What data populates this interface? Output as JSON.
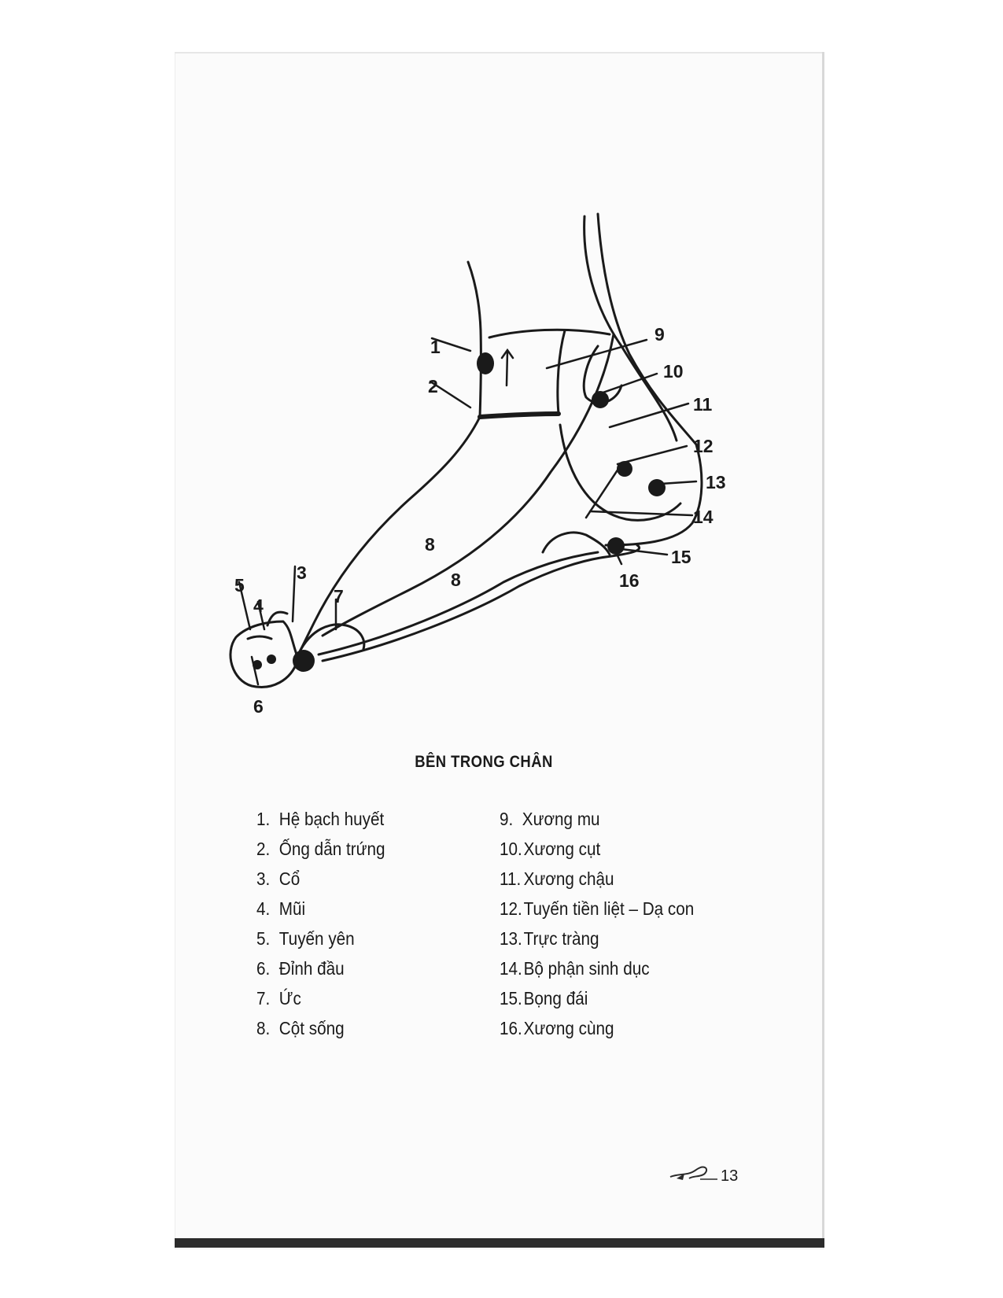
{
  "diagram": {
    "labels": {
      "l1": "1",
      "l2": "2",
      "l3": "3",
      "l4": "4",
      "l5": "5",
      "l6": "6",
      "l7": "7",
      "l8a": "8",
      "l8b": "8",
      "l9": "9",
      "l10": "10",
      "l11": "11",
      "l12": "12",
      "l13": "13",
      "l14": "14",
      "l15": "15",
      "l16": "16"
    }
  },
  "caption": "BÊN TRONG CHÂN",
  "legend_left": [
    {
      "n": "1.",
      "text": "Hệ bạch huyết"
    },
    {
      "n": "2.",
      "text": "Ống dẫn trứng"
    },
    {
      "n": "3.",
      "text": "Cổ"
    },
    {
      "n": "4.",
      "text": "Mũi"
    },
    {
      "n": "5.",
      "text": "Tuyến yên"
    },
    {
      "n": "6.",
      "text": "Đỉnh đầu"
    },
    {
      "n": "7.",
      "text": "Ức"
    },
    {
      "n": "8.",
      "text": "Cột sống"
    }
  ],
  "legend_right": [
    {
      "n": "9.",
      "text": "Xương mu"
    },
    {
      "n": "10.",
      "text": "Xương cụt"
    },
    {
      "n": "11.",
      "text": "Xương chậu"
    },
    {
      "n": "12.",
      "text": "Tuyến tiền liệt – Dạ con"
    },
    {
      "n": "13.",
      "text": "Trực tràng"
    },
    {
      "n": "14.",
      "text": "Bộ phận sinh dục"
    },
    {
      "n": "15.",
      "text": "Bọng đái"
    },
    {
      "n": "16.",
      "text": "Xương cùng"
    }
  ],
  "page_number": "13"
}
